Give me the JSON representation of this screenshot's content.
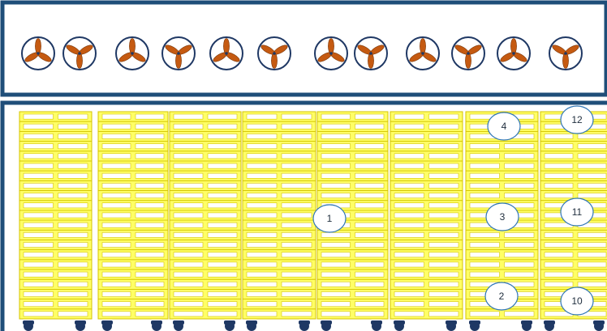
{
  "colors": {
    "frame": "#1f4e79",
    "rack": "#ffff66",
    "rack_stroke": "#d4c400",
    "slot": "#ffffff",
    "fan_blade": "#c55a11",
    "fan_ring": "#1f3864",
    "wheel": "#1f3864",
    "marker_fill": "#ffffff",
    "marker_stroke": "#2e75b6"
  },
  "fans": {
    "count": 12,
    "icon": "fan-icon"
  },
  "racks": {
    "count": 8,
    "shelves_per_rack": 21,
    "icon_wheel": "wheel-icon"
  },
  "markers": [
    {
      "label": "1"
    },
    {
      "label": "2"
    },
    {
      "label": "3"
    },
    {
      "label": "4"
    },
    {
      "label": "10"
    },
    {
      "label": "11"
    },
    {
      "label": "12"
    }
  ]
}
